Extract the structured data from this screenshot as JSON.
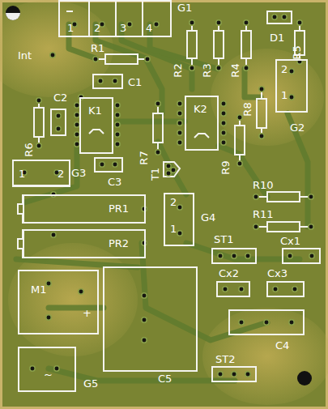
{
  "diagram": {
    "nodes": [
      {
        "text": [
          "1",
          "2",
          "3",
          "4"
        ]
      },
      {
        "text": [
          "2",
          "1"
        ]
      },
      {
        "text": [
          "1",
          "2"
        ]
      },
      {
        "text": [
          "K1"
        ]
      },
      {
        "text": [
          "K2"
        ]
      },
      {
        "text": [
          "2",
          "1"
        ]
      },
      {
        "text": [
          "PR1"
        ]
      },
      {
        "text": [
          "PR2"
        ]
      },
      {
        "text": [
          "M1",
          "+"
        ]
      },
      {
        "text": [
          "~"
        ]
      }
    ],
    "labels": [
      "G1",
      "Int",
      "R1",
      "C1",
      "R2",
      "R3",
      "R4",
      "D1",
      "R5",
      "C2",
      "R8",
      "G2",
      "R6",
      "G3",
      "C3",
      "R7",
      "T1",
      "R9",
      "R10",
      "R11",
      "G4",
      "ST1",
      "Cx1",
      "Cx2",
      "Cx3",
      "C4",
      "ST2",
      "C5",
      "G5"
    ]
  }
}
